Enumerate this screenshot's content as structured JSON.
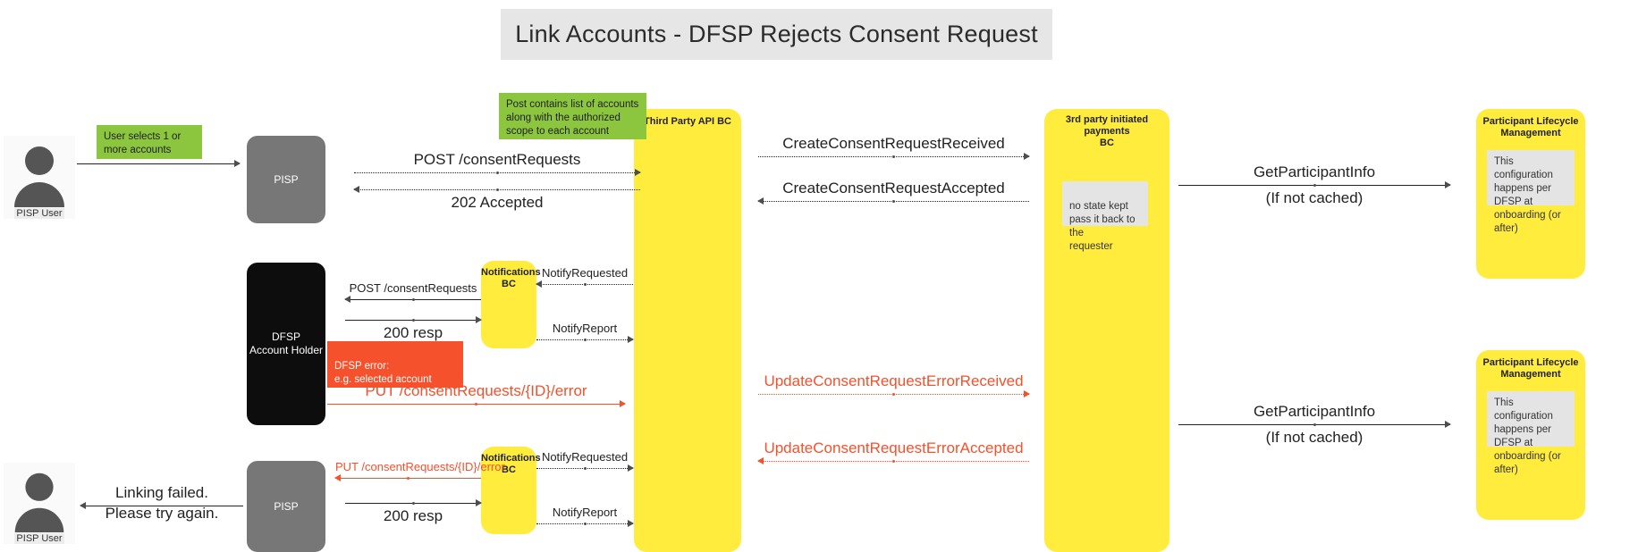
{
  "title": "Link Accounts - DFSP Rejects Consent Request",
  "actors": {
    "pisp_user_top": {
      "label": "PISP User",
      "icon": "person-icon"
    },
    "pisp_user_bottom": {
      "label": "PISP User",
      "icon": "person-icon"
    },
    "pisp_top": {
      "label": "PISP"
    },
    "pisp_bottom": {
      "label": "PISP"
    },
    "dfsp": {
      "label": "DFSP\nAccount Holder"
    },
    "third_party_api_bc": {
      "label": "Third Party API BC"
    },
    "notifications_bc_top": {
      "label": "Notifications\nBC"
    },
    "notifications_bc_bottom": {
      "label": "Notifications\nBC"
    },
    "payments_bc": {
      "label": "3rd party initiated payments\nBC"
    },
    "plm_top": {
      "label": "Participant Lifecycle\nManagement"
    },
    "plm_bottom": {
      "label": "Participant Lifecycle\nManagement"
    }
  },
  "notes": {
    "user_selects": {
      "text": "User selects 1 or more accounts",
      "color": "#8cc63e"
    },
    "post_contains": {
      "text": "Post contains list of accounts along with the authorized scope to each account",
      "color": "#8cc63e"
    },
    "no_state_kept": {
      "text": "no state kept\npass it back to the\nrequester",
      "color": "#e4e4e4"
    },
    "plm_config_top": {
      "text": "This configuration happens per DFSP at onboarding (or after)",
      "color": "#e4e4e4"
    },
    "plm_config_bottom": {
      "text": "This configuration happens per DFSP at onboarding (or after)",
      "color": "#e4e4e4"
    },
    "dfsp_error": {
      "text": "DFSP error:\ne.g. selected account doesn't\nsupport linking",
      "color": "#f4512c"
    }
  },
  "messages": {
    "user_to_pisp": {
      "label": "",
      "direction": "right",
      "style": "solid",
      "color": "#8a8a8a"
    },
    "post_consent_requests": {
      "label": "POST /consentRequests",
      "direction": "right",
      "style": "dotted",
      "color": "#222222"
    },
    "accepted_202": {
      "label": "202 Accepted",
      "direction": "left",
      "style": "dotted",
      "color": "#222222"
    },
    "create_consent_request_received": {
      "label": "CreateConsentRequestReceived",
      "direction": "right",
      "style": "dotted",
      "color": "#222222"
    },
    "create_consent_request_accepted": {
      "label": "CreateConsentRequestAccepted",
      "direction": "left",
      "style": "dotted",
      "color": "#222222"
    },
    "get_participant_info_top": {
      "label": "GetParticipantInfo",
      "sublabel": "(If not cached)",
      "direction": "right",
      "style": "solid",
      "color": "#8a8a8a"
    },
    "post_consent_requests_dfsp": {
      "label": "POST /consentRequests",
      "direction": "left",
      "style": "solid",
      "color": "#8a8a8a"
    },
    "resp_200_mid": {
      "label": "200 resp",
      "direction": "right",
      "style": "solid",
      "color": "#8a8a8a"
    },
    "notify_requested_mid": {
      "label": "NotifyRequested",
      "direction": "left",
      "style": "dotted",
      "color": "#222222"
    },
    "notify_report_mid": {
      "label": "NotifyReport",
      "direction": "right",
      "style": "dotted",
      "color": "#222222"
    },
    "put_consent_error_mid": {
      "label": "PUT /consentRequests/{ID}/error",
      "direction": "right",
      "style": "solid",
      "color": "#f4512c"
    },
    "update_consent_error_received": {
      "label": "UpdateConsentRequestErrorReceived",
      "direction": "right",
      "style": "dotted",
      "color": "#f4512c"
    },
    "get_participant_info_bottom": {
      "label": "GetParticipantInfo",
      "sublabel": "(If not cached)",
      "direction": "right",
      "style": "solid",
      "color": "#8a8a8a"
    },
    "update_consent_error_accepted": {
      "label": "UpdateConsentRequestErrorAccepted",
      "direction": "left",
      "style": "dotted",
      "color": "#f4512c"
    },
    "put_consent_error_bottom": {
      "label": "PUT /consentRequests/{ID}/error",
      "direction": "left",
      "style": "solid",
      "color": "#f4512c"
    },
    "resp_200_bottom": {
      "label": "200 resp",
      "direction": "right",
      "style": "solid",
      "color": "#8a8a8a"
    },
    "notify_requested_bottom": {
      "label": "NotifyRequested",
      "direction": "right",
      "style": "dotted",
      "color": "#222222"
    },
    "notify_report_bottom": {
      "label": "NotifyReport",
      "direction": "right",
      "style": "dotted",
      "color": "#222222"
    },
    "linking_failed": {
      "label": "Linking failed.\nPlease try again.",
      "direction": "left",
      "style": "solid",
      "color": "#8a8a8a"
    }
  },
  "colors": {
    "lifeline_yellow": "#ffec3d",
    "note_green": "#8cc63e",
    "note_red": "#f4512c",
    "actor_gray": "#777777",
    "actor_black": "#0d0d0d",
    "banner_gray": "#e6e6e6"
  }
}
